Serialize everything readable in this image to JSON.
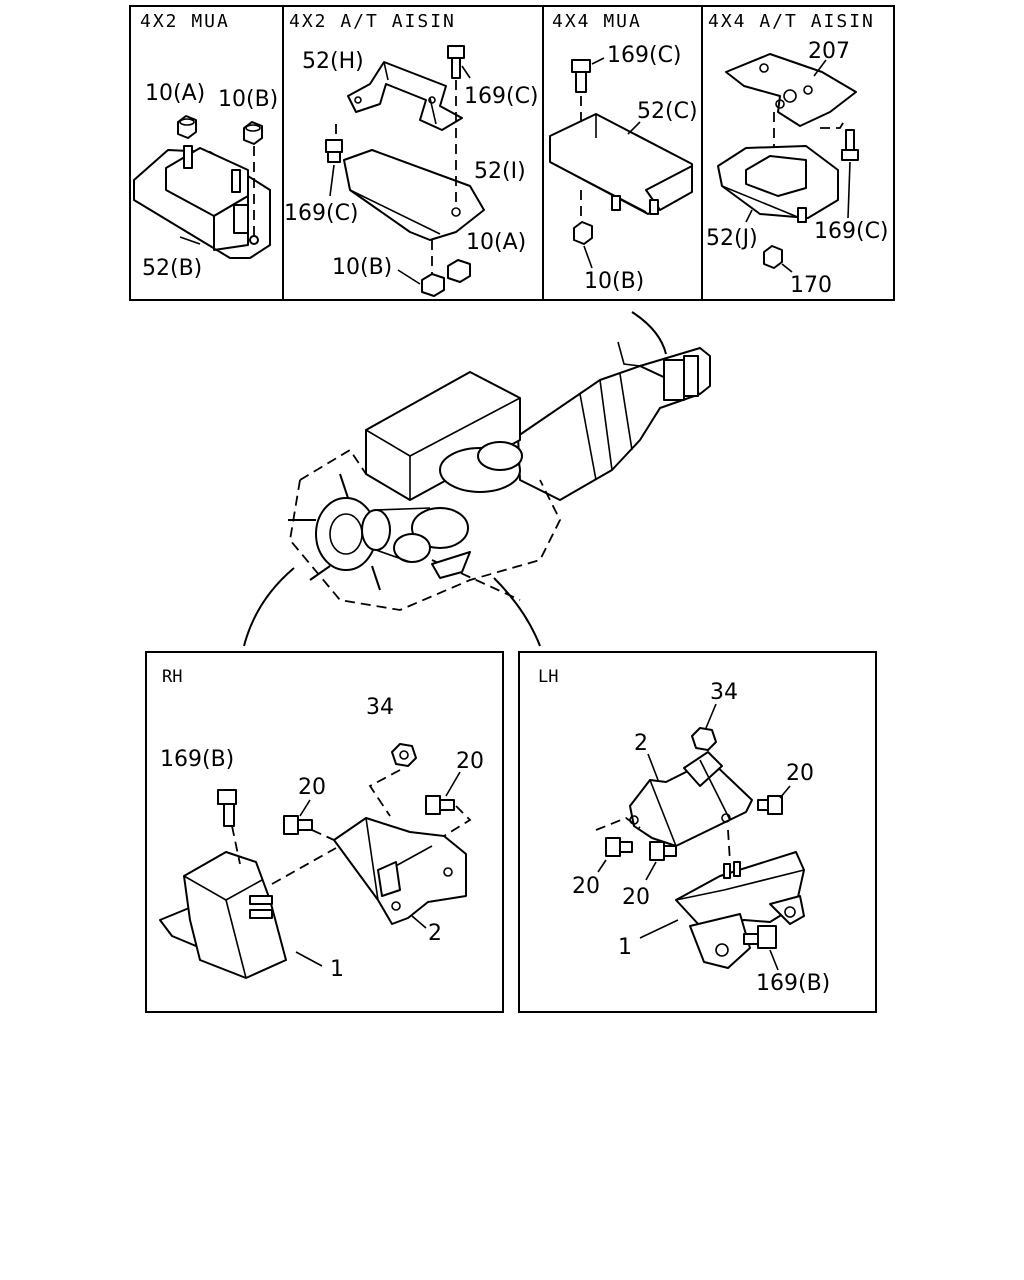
{
  "variants": {
    "v1": {
      "header": "4X2 MUA",
      "labels": {
        "a": "10(A)",
        "b": "10(B)",
        "c": "52(B)"
      }
    },
    "v2": {
      "header": "4X2 A/T AISIN",
      "labels": {
        "a": "52(H)",
        "b": "169(C)",
        "c": "52(I)",
        "d": "169(C)",
        "e": "10(A)",
        "f": "10(B)"
      }
    },
    "v3": {
      "header": "4X4 MUA",
      "labels": {
        "a": "169(C)",
        "b": "52(C)",
        "c": "10(B)"
      }
    },
    "v4": {
      "header": "4X4 A/T AISIN",
      "labels": {
        "a": "207",
        "b": "52(J)",
        "c": "169(C)",
        "d": "170"
      }
    }
  },
  "rh": {
    "title": "RH",
    "labels": {
      "nut": "34",
      "bolt": "169(B)",
      "b1": "20",
      "b2": "20",
      "bracket": "2",
      "mount": "1"
    }
  },
  "lh": {
    "title": "LH",
    "labels": {
      "nut": "34",
      "bracket": "2",
      "b1": "20",
      "b2": "20",
      "b3": "20",
      "mount": "1",
      "bolt": "169(B)"
    }
  }
}
